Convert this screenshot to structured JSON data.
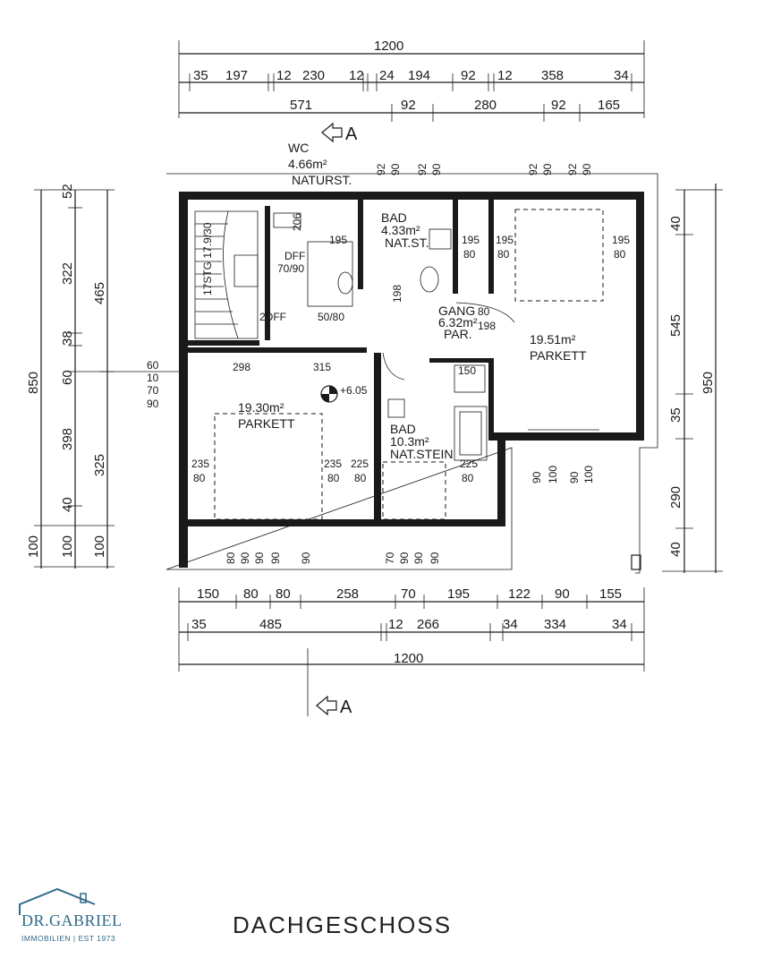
{
  "plan": {
    "top_dims": {
      "total": "1200",
      "row1": [
        "35",
        "197",
        "12",
        "230",
        "12",
        "24",
        "194",
        "92",
        "12",
        "358",
        "34"
      ],
      "row2": [
        "571",
        "92",
        "280",
        "92",
        "165"
      ]
    },
    "bottom_dims": {
      "row1": [
        "150",
        "80",
        "80",
        "258",
        "70",
        "195",
        "122",
        "90",
        "155"
      ],
      "row2": [
        "35",
        "485",
        "12",
        "266",
        "34",
        "334",
        "34"
      ],
      "total": "1200"
    },
    "left_dims": {
      "outer": "850",
      "col1": [
        "52",
        "322",
        "38",
        "60",
        "398",
        "40",
        "100"
      ],
      "col2": [
        "465",
        "325",
        "100"
      ],
      "base": "100"
    },
    "right_dims": {
      "outer": "950",
      "col": [
        "40",
        "545",
        "35",
        "290",
        "40"
      ]
    },
    "section_marker": "A",
    "rooms": {
      "wc": {
        "name": "WC",
        "area": "4.66m²",
        "floor": "NATURST."
      },
      "bad_top": {
        "name": "BAD",
        "area": "4.33m²",
        "floor": "NAT.ST."
      },
      "gang": {
        "name": "GANG",
        "area": "6.32m²",
        "floor": "PAR."
      },
      "room_right": {
        "area": "19.51m²",
        "floor": "PARKETT"
      },
      "room_left": {
        "area": "19.30m²",
        "floor": "PARKETT"
      },
      "bad_bottom": {
        "name": "BAD",
        "area": "10.3m²",
        "floor": "NAT.STEIN"
      },
      "stairs": "17STG 17.9/30",
      "dff": "DFF",
      "dff_size": "70/90",
      "level": "+6.05"
    },
    "inner_labels": {
      "l315": "315",
      "l298": "298",
      "l150": "150",
      "l195a": "195",
      "l195b": "195",
      "l195c": "195",
      "l195d": "195",
      "l80": "80",
      "l235a": "235",
      "l235b": "235",
      "l225a": "225",
      "l225b": "225",
      "l206": "206",
      "l198": "198",
      "l50_80": "50/80",
      "l2dff": "2DFF",
      "bottom_90s": [
        "80",
        "90",
        "90",
        "90",
        "90",
        "70",
        "90",
        "90",
        "90"
      ],
      "top_90s": [
        "92",
        "90",
        "92",
        "90",
        "92",
        "90",
        "92",
        "90"
      ],
      "right_90s": [
        "90",
        "100",
        "90",
        "100"
      ]
    }
  },
  "brand": {
    "name": "DR.GABRIEL",
    "sub": "IMMOBILIEN | EST 1973",
    "color": "#2f6a8a"
  },
  "floor_title": "DACHGESCHOSS"
}
